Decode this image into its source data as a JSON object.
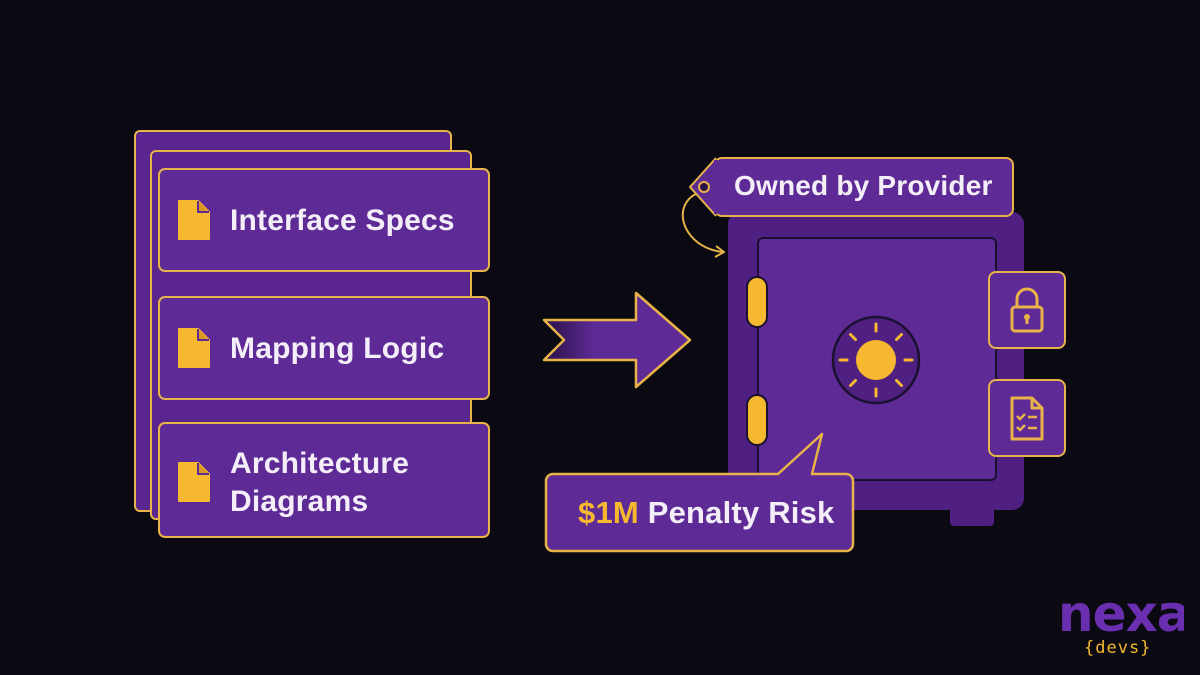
{
  "documents": [
    {
      "line1": "Interface Specs",
      "line2": "",
      "icon": "document-icon"
    },
    {
      "line1": "Mapping Logic",
      "line2": "",
      "icon": "document-icon"
    },
    {
      "line1": "Architecture",
      "line2": "Diagrams",
      "icon": "document-icon"
    }
  ],
  "tag": {
    "label": "Owned by Provider"
  },
  "penalty": {
    "amount": "$1M",
    "label": " Penalty Risk"
  },
  "safe": {
    "side_icons": [
      "lock-icon",
      "checklist-document-icon"
    ]
  },
  "logo": {
    "word": "nexa",
    "sub": "{devs}"
  },
  "colors": {
    "background": "#0b0a12",
    "purple": "#5e2a96",
    "purple_dark": "#4f2082",
    "gold": "#f5b82e",
    "gold_border": "#e8b44a",
    "text": "#f3eef8"
  }
}
